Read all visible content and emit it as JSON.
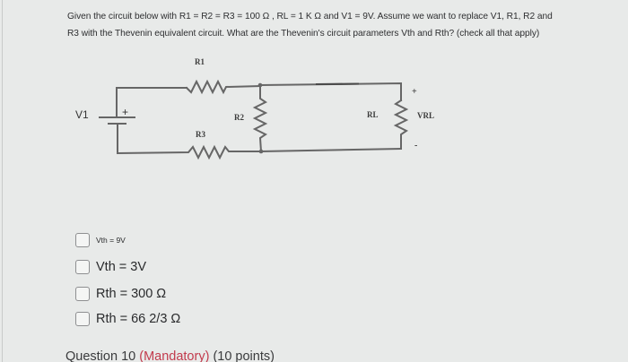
{
  "question": {
    "lines": [
      "Given the circuit below with R1 = R2 = R3 = 100 Ω , RL = 1 K Ω and V1 = 9V.  Assume we want to replace  V1, R1, R2 and",
      "R3 with the Thevenin equivalent circuit.  What are the Thevenin's circuit parameters Vth and Rth? (check all that apply)"
    ]
  },
  "circuit": {
    "labels": {
      "v1": "V1",
      "plus_battery": "+",
      "r1": "R1",
      "r2": "R2",
      "r3": "R3",
      "rl": "RL",
      "vrl": "VRL",
      "plus_load": "+",
      "minus_load": "-"
    },
    "wire_color": "#666666"
  },
  "options": [
    {
      "label": "Vth = 9V",
      "checked": false
    },
    {
      "label": "Vth = 3V",
      "checked": false
    },
    {
      "label": "Rth = 300 Ω",
      "checked": false
    },
    {
      "label": "Rth = 66 2/3 Ω",
      "checked": false
    }
  ],
  "next_question": {
    "prefix": "Question 10",
    "mandatory": "(Mandatory)",
    "points": "(10 points)"
  },
  "colors": {
    "background": "#e8eae9",
    "text": "#2b2c2e",
    "mandatory": "#c23b4d",
    "checkbox_border": "#8e8f91"
  }
}
